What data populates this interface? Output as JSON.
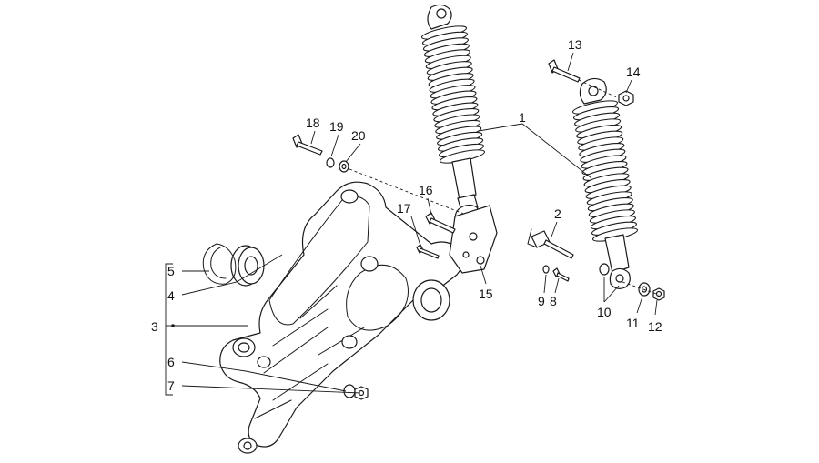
{
  "diagram": {
    "callouts": [
      "1",
      "2",
      "3",
      "4",
      "5",
      "6",
      "7",
      "8",
      "9",
      "10",
      "11",
      "12",
      "13",
      "14",
      "15",
      "16",
      "17",
      "18",
      "19",
      "20"
    ]
  },
  "colors": {
    "line": "#1a1a1a",
    "background": "#ffffff"
  }
}
